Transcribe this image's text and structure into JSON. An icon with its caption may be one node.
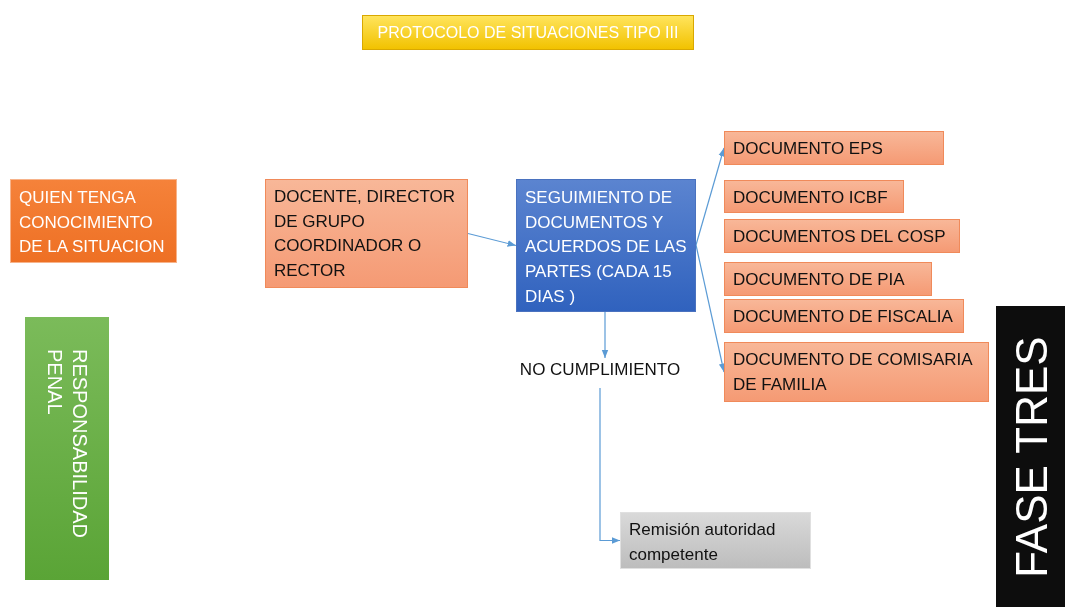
{
  "diagram": {
    "title": "PROTOCOLO DE SITUACIONES TIPO III",
    "nodes": [
      {
        "text": [
          "QUIEN TENGA CONOCIMIENTO DE LA SITUACION"
        ]
      },
      {
        "text": [
          "RESPONSABILIDAD PENAL"
        ]
      },
      {
        "text": [
          "DOCENTE, DIRECTOR DE GRUPO COORDINADOR O RECTOR"
        ]
      },
      {
        "text": [
          "SEGUIMIENTO DE DOCUMENTOS Y ACUERDOS DE LAS PARTES  (CADA 15 DIAS )"
        ]
      },
      {
        "text": [
          "NO CUMPLIMIENTO"
        ]
      },
      {
        "text": [
          "Remisión autoridad competente"
        ]
      },
      {
        "text": [
          "DOCUMENTO EPS"
        ]
      },
      {
        "text": [
          "DOCUMENTO ICBF"
        ]
      },
      {
        "text": [
          "DOCUMENTOS DEL COSP"
        ]
      },
      {
        "text": [
          "DOCUMENTO DE PIA"
        ]
      },
      {
        "text": [
          "DOCUMENTO DE FISCALIA"
        ]
      },
      {
        "text": [
          "DOCUMENTO DE COMISARIA DE FAMILIA"
        ]
      },
      {
        "text": [
          "FASE TRES"
        ]
      }
    ],
    "edges": [
      {
        "from": 2,
        "to": 3,
        "arrow": "to"
      },
      {
        "from": 3,
        "to": 6,
        "arrow": "to"
      },
      {
        "from": 3,
        "to": 11,
        "arrow": "to"
      },
      {
        "from": 3,
        "to": 4,
        "arrow": "to"
      },
      {
        "from": 4,
        "to": 5,
        "arrow": "to"
      }
    ]
  }
}
